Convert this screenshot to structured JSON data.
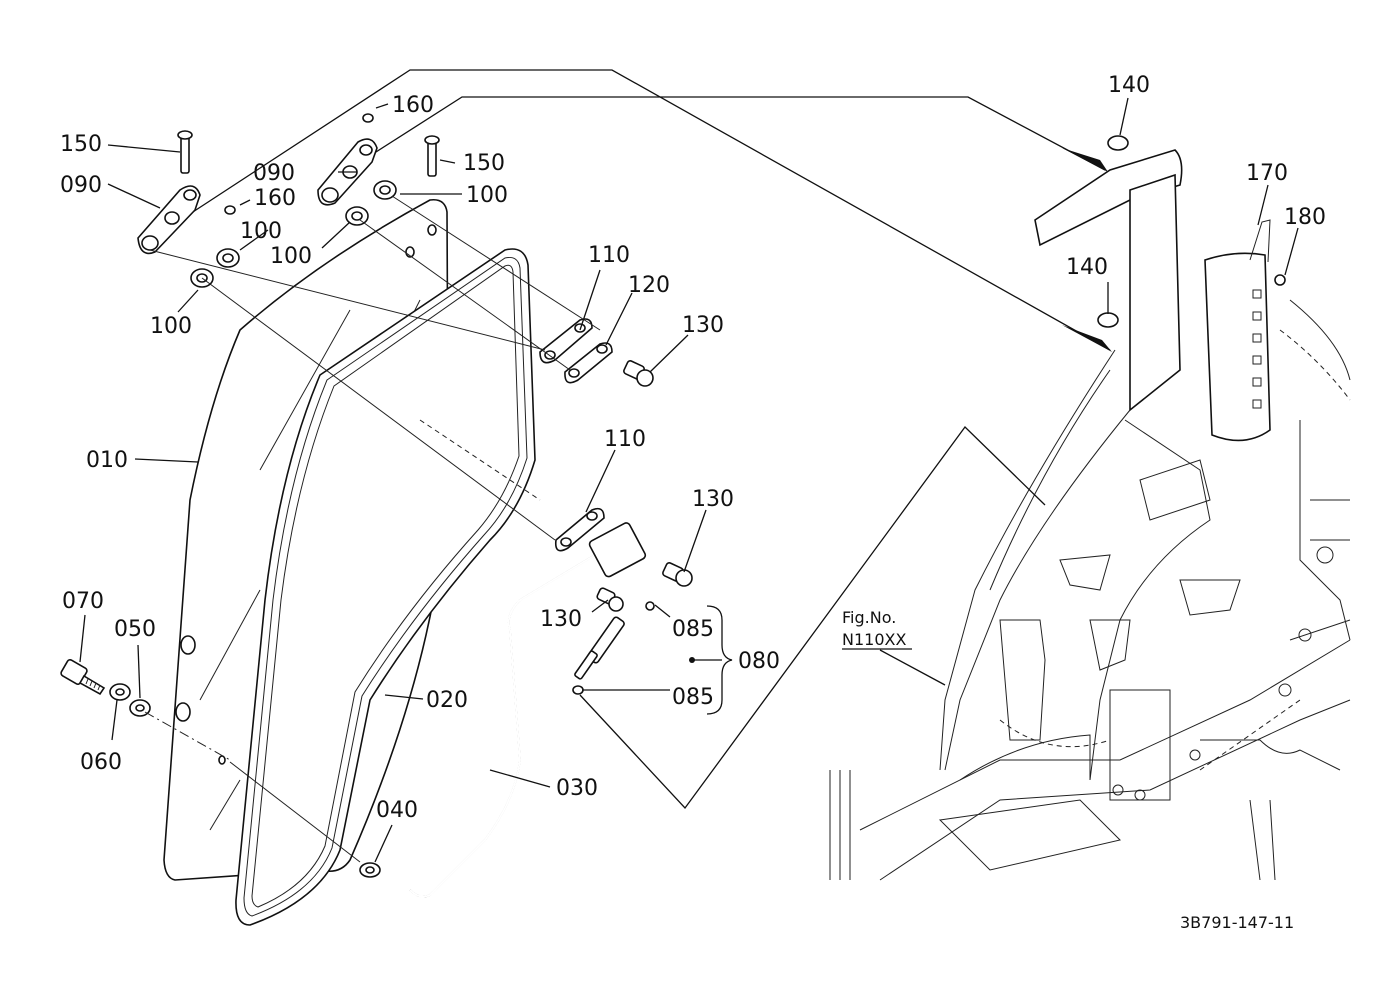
{
  "labels": {
    "l010": "010",
    "l020": "020",
    "l030": "030",
    "l040": "040",
    "l050": "050",
    "l060": "060",
    "l070": "070",
    "l080": "080",
    "l085a": "085",
    "l085b": "085",
    "l090a": "090",
    "l090b": "090",
    "l100a": "100",
    "l100b": "100",
    "l100c": "100",
    "l100d": "100",
    "l110a": "110",
    "l110b": "110",
    "l120": "120",
    "l130a": "130",
    "l130b": "130",
    "l130c": "130",
    "l140a": "140",
    "l140b": "140",
    "l150a": "150",
    "l150b": "150",
    "l160a": "160",
    "l160b": "160",
    "l170": "170",
    "l180": "180"
  },
  "figure_ref": {
    "line1": "Fig.No.",
    "line2": "N110XX"
  },
  "drawing_number": "3B791-147-11"
}
